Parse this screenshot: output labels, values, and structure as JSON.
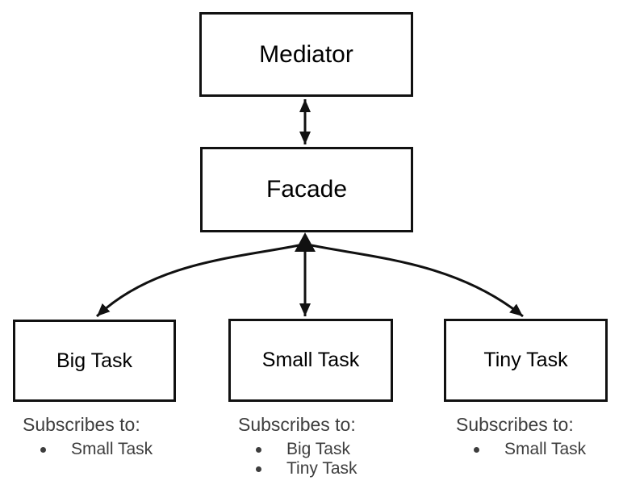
{
  "colors": {
    "background": "#ffffff",
    "line": "#111111",
    "box_border": "#111111",
    "box_label": "#000000",
    "subscribe_text": "#3d3d3d"
  },
  "nodes": {
    "mediator": {
      "label": "Mediator"
    },
    "facade": {
      "label": "Facade"
    },
    "big": {
      "label": "Big Task",
      "subscribes_heading": "Subscribes to:",
      "subscribes": [
        "Small Task"
      ]
    },
    "small": {
      "label": "Small Task",
      "subscribes_heading": "Subscribes to:",
      "subscribes": [
        "Big Task",
        "Tiny Task"
      ]
    },
    "tiny": {
      "label": "Tiny Task",
      "subscribes_heading": "Subscribes to:",
      "subscribes": [
        "Small Task"
      ]
    }
  },
  "edges": [
    {
      "from": "Mediator",
      "to": "Facade",
      "direction": "bidirectional"
    },
    {
      "from": "Facade",
      "to": "Big Task",
      "direction": "bidirectional"
    },
    {
      "from": "Facade",
      "to": "Small Task",
      "direction": "bidirectional"
    },
    {
      "from": "Facade",
      "to": "Tiny Task",
      "direction": "bidirectional"
    }
  ]
}
